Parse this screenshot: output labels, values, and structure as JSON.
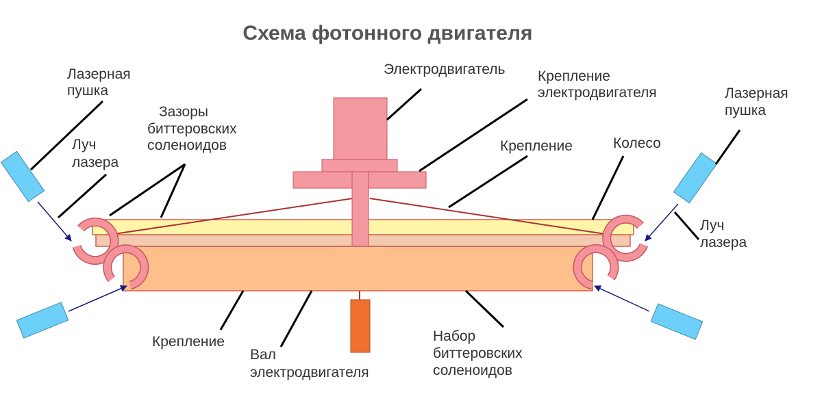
{
  "title": "Схема фотонного двигателя",
  "labels": {
    "laser_gun_left": [
      "Лазерная",
      "пушка"
    ],
    "gaps": [
      "Зазоры",
      "биттеровских",
      "соленоидов"
    ],
    "beam_left": [
      "Луч",
      "лазера"
    ],
    "motor": "Электродвигатель",
    "motor_mount": [
      "Крепление",
      "электродвигателя"
    ],
    "mount_top": "Крепление",
    "wheel": "Колесо",
    "laser_gun_right": [
      "Лазерная",
      "пушка"
    ],
    "beam_right": [
      "Луч",
      "лазера"
    ],
    "mount_bottom": "Крепление",
    "shaft": [
      "Вал",
      "электродвигателя"
    ],
    "solenoid_set": [
      "Набор",
      "биттеровских",
      "соленоидов"
    ]
  },
  "colors": {
    "upper_bar": "#fff5a8",
    "middle_band": "#f3c9b0",
    "lower_bar": "#fdbf8c",
    "motor": "#f4999f",
    "laser": "#6dd0f8",
    "shaft_block": "#f07030"
  }
}
